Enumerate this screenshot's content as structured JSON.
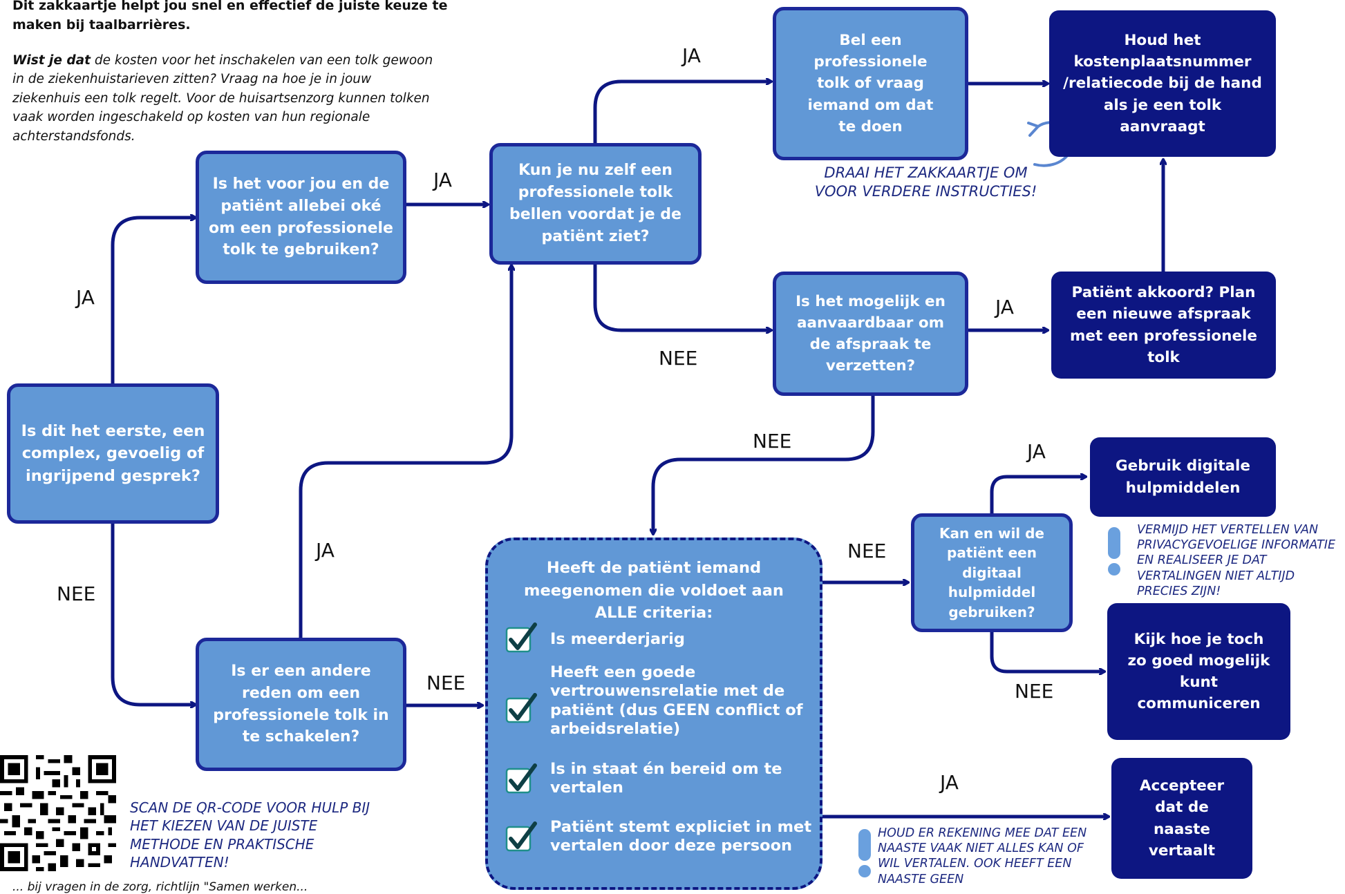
{
  "intro": {
    "title_line1": "Dit zakkaartje helpt jou snel en effectief de juiste keuze te",
    "title_line2": "maken bij taalbarrières.",
    "wist_bold": "Wist je dat",
    "wist_rest": "de kosten voor het inschakelen van een tolk gewoon",
    "wist_lines": [
      "in de ziekenhuistarieven zitten? Vraag na hoe je in jouw",
      "ziekenhuis een tolk regelt. Voor de huisartsenzorg kunnen tolken",
      "vaak worden ingeschakeld op kosten van hun regionale",
      "achterstandsfonds."
    ]
  },
  "nodes": {
    "start": "Is dit het eerste, een complex, gevoelig of ingrijpend gesprek?",
    "oke": "Is het voor jou en de patiënt allebei oké om een professionele tolk te gebruiken?",
    "zelf_bellen": "Kun je nu zelf een professionele tolk bellen voordat je de patiënt ziet?",
    "bel": "Bel een professionele tolk of vraag iemand om dat te doen",
    "kostenplaats": "Houd het kostenplaatsnummer /relatiecode bij de hand als je een tolk aanvraagt",
    "verzetten": "Is het mogelijk en aanvaardbaar om de afspraak te verzetten?",
    "akkoord": "Patiënt akkoord? Plan een nieuwe afspraak met een professionele tolk",
    "andere_reden": "Is er een andere reden om een professionele tolk in te schakelen?",
    "digitaal_vraag": "Kan en wil de patiënt een digitaal hulpmiddel gebruiken?",
    "digitaal": "Gebruik digitale hulpmiddelen",
    "communiceren": "Kijk hoe je toch zo goed mogelijk kunt communiceren",
    "naaste": "Accepteer dat de naaste vertaalt"
  },
  "criteria_box": {
    "heading": "Heeft de patiënt iemand meegenomen die voldoet aan ALLE criteria:",
    "items": [
      "Is meerderjarig",
      "Heeft een goede vertrouwensrelatie met de patiënt (dus GEEN conflict of arbeidsrelatie)",
      "Is in staat én bereid om te vertalen",
      "Patiënt stemt expliciet in met vertalen door deze persoon"
    ]
  },
  "labels": {
    "ja": "JA",
    "nee": "NEE"
  },
  "notes": {
    "draai": "DRAAI HET ZAKKAARTJE OM VOOR VERDERE INSTRUCTIES!",
    "privacy": "VERMIJD HET VERTELLEN VAN PRIVACYGEVOELIGE INFORMATIE EN REALISEER JE DAT VERTALINGEN NIET ALTIJD PRECIES ZIJN!",
    "naaste_warn": "HOUD ER REKENING MEE DAT EEN NAASTE VAAK NIET ALLES KAN OF WIL VERTALEN. OOK HEEFT EEN NAASTE GEEN",
    "qr": "SCAN DE QR-CODE VOOR HULP BIJ HET KIEZEN VAN DE JUISTE METHODE EN PRAKTISCHE HANDVATTEN!",
    "bottom_cut": "... bij vragen in de zorg, richtlijn \"Samen werken..."
  },
  "colors": {
    "light_box": "#6198d6",
    "dark_box": "#0d1682",
    "border": "#1c2899",
    "line": "#0d1682",
    "note_text": "#1c2880"
  },
  "icons": [
    "arrow-icon",
    "checkmark-icon",
    "exclamation-icon",
    "turn-over-icon",
    "qr-code-icon"
  ]
}
